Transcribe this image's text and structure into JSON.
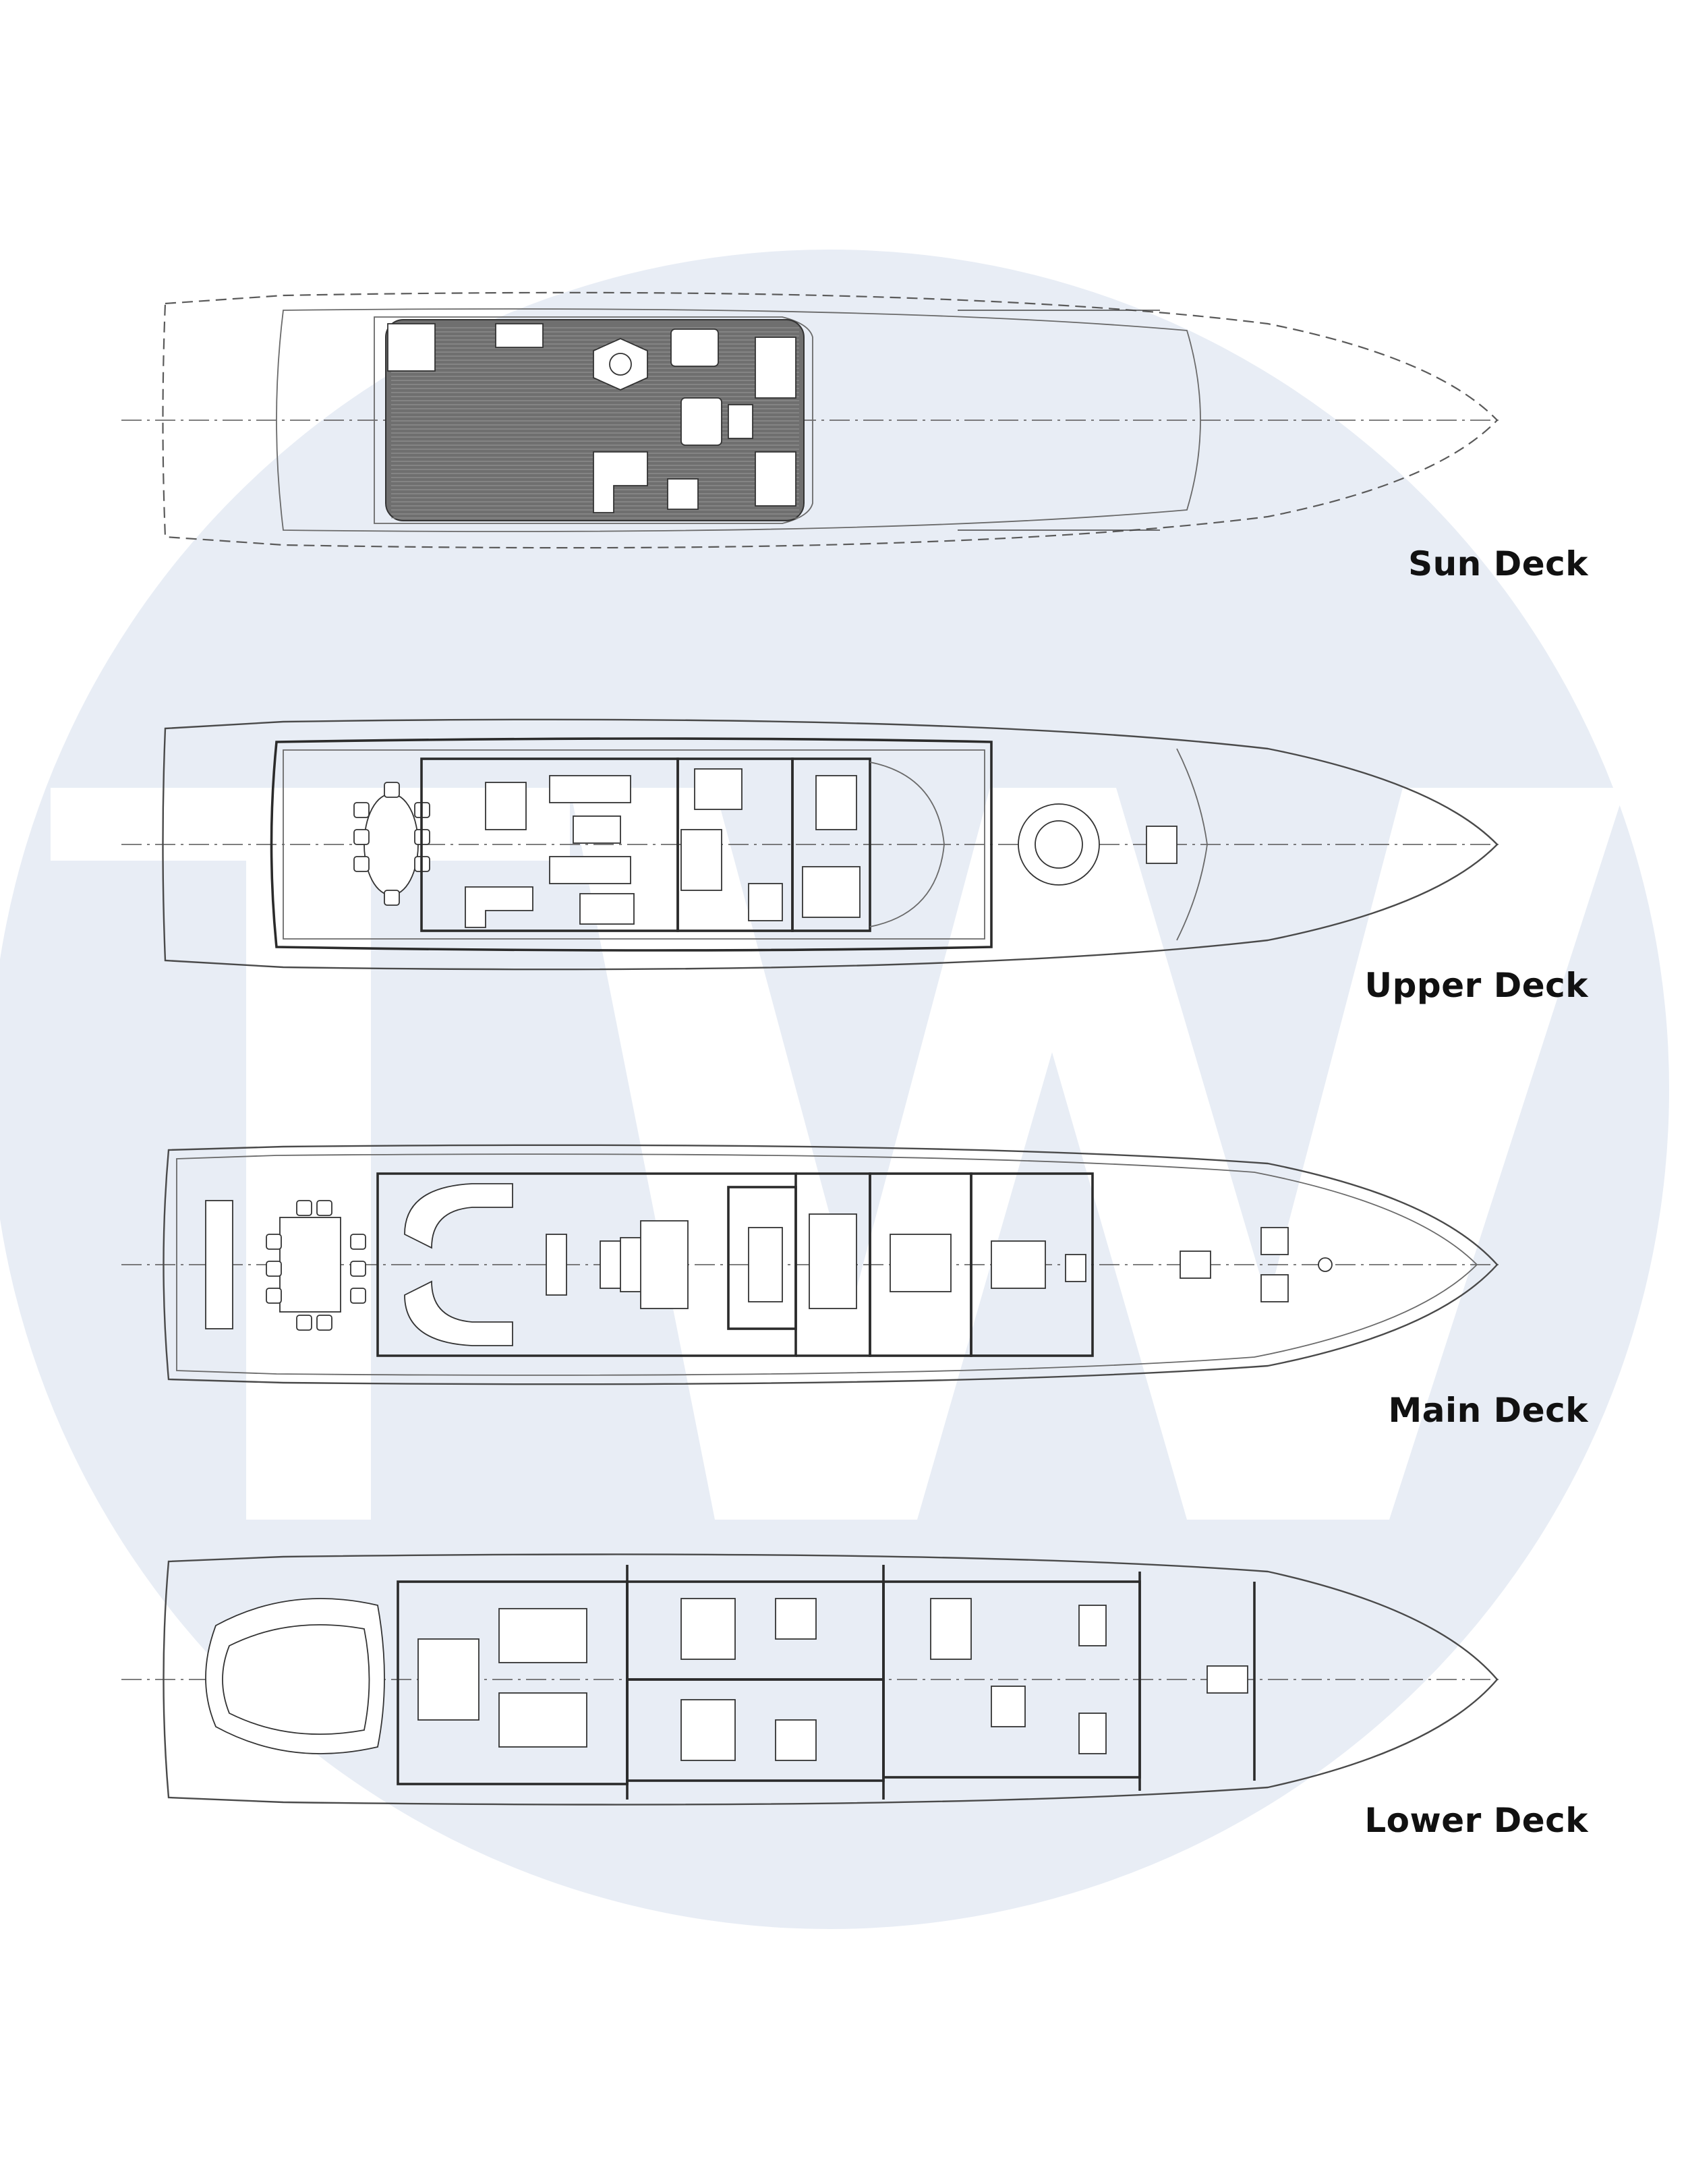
{
  "watermark": {
    "letters": "TW",
    "circle_color": "#e8edf5",
    "letter_color": "#ffffff"
  },
  "decks": [
    {
      "label": "Sun Deck"
    },
    {
      "label": "Upper Deck"
    },
    {
      "label": "Main Deck"
    },
    {
      "label": "Lower Deck"
    }
  ],
  "colors": {
    "line": "#333333",
    "label": "#111111",
    "background": "#ffffff"
  }
}
